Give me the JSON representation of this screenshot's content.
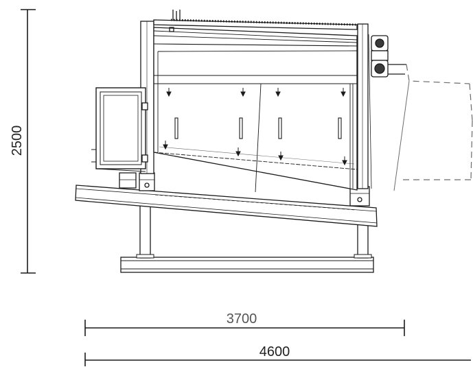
{
  "dimensions": {
    "height_label": "2500",
    "inner_width_label": "3700",
    "overall_width_label": "4600"
  },
  "colors": {
    "line": "#1a1a1a",
    "grey": "#6b6b6b",
    "frame_light": "#9a9a9a"
  }
}
